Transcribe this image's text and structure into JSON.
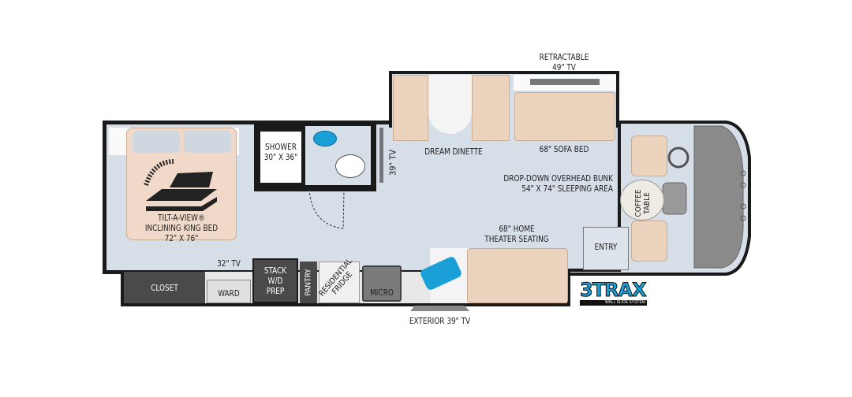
{
  "labels": {
    "bed": [
      "TILT-A-VIEW®",
      "INCLINING KING BED",
      "72\" X 76\""
    ],
    "shower": [
      "SHOWER",
      "30\" X 36\""
    ],
    "tv_39_bath": "39\" TV",
    "retractable_tv": [
      "RETRACTABLE",
      "49\" TV"
    ],
    "dream_dinette": "DREAM DINETTE",
    "sofa_bed": "68\" SOFA BED",
    "bunk": [
      "DROP-DOWN OVERHEAD BUNK",
      "54\" X 74\" SLEEPING AREA"
    ],
    "coffee_table": [
      "COFFEE",
      "TABLE"
    ],
    "home_theater": [
      "68\" HOME",
      "THEATER SEATING"
    ],
    "entry": "ENTRY",
    "tv_32": "32\" TV",
    "closet": "CLOSET",
    "ward": "WARD",
    "stack": [
      "STACK",
      "W/D",
      "PREP"
    ],
    "pantry": "PANTRY",
    "fridge": [
      "RESIDENTIAL",
      "FRIDGE"
    ],
    "micro": "MICRO",
    "exterior_tv": "EXTERIOR 39\" TV"
  },
  "logo": {
    "main": "3TRAX",
    "sub": "WALL SLIDE SYSTEM",
    "color": "#1a9fd6"
  },
  "colors": {
    "floor": "#d6dee8",
    "furniture": "#ecd3bd",
    "wall": "#1a1a1a",
    "cabinet": "#4a4a4a",
    "accent_blue": "#1a9fd6"
  }
}
